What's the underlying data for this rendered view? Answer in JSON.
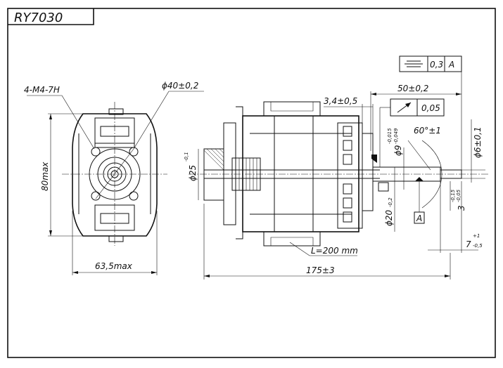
{
  "title_block": {
    "model": "RY7030"
  },
  "front_view": {
    "thread_callout": "4-M4-7H",
    "bolt_circle_dim": "ϕ40±0,2",
    "height_dim": "80max",
    "width_dim": "63,5max"
  },
  "side_view": {
    "flatness": {
      "symbol": "⌯",
      "value": "0,3",
      "datum": "A"
    },
    "runout": {
      "value": "0,05"
    },
    "dims": {
      "shaft_pos": "50±0,2",
      "gap": "3,4±0,5",
      "angle": "60°±1",
      "shaft_dia_9": "ϕ9",
      "shaft_dia_9_tol_upper": "-0,015",
      "shaft_dia_9_tol_lower": "-0,049",
      "shaft_dia_6": "ϕ6±0,1",
      "left_dia": "ϕ25",
      "left_dia_tol": "-0,1",
      "dia_20": "ϕ20",
      "dia_20_tol": "-0,2",
      "flat_3": "3",
      "flat_3_tol_upper": "-0,15",
      "flat_3_tol_lower": "-0,05",
      "end_7": "7",
      "end_7_tol_upper": "+1",
      "end_7_tol_lower": "-0,5",
      "lead_length": "L=200 mm",
      "overall_length": "175±3",
      "datum_label": "A"
    }
  }
}
